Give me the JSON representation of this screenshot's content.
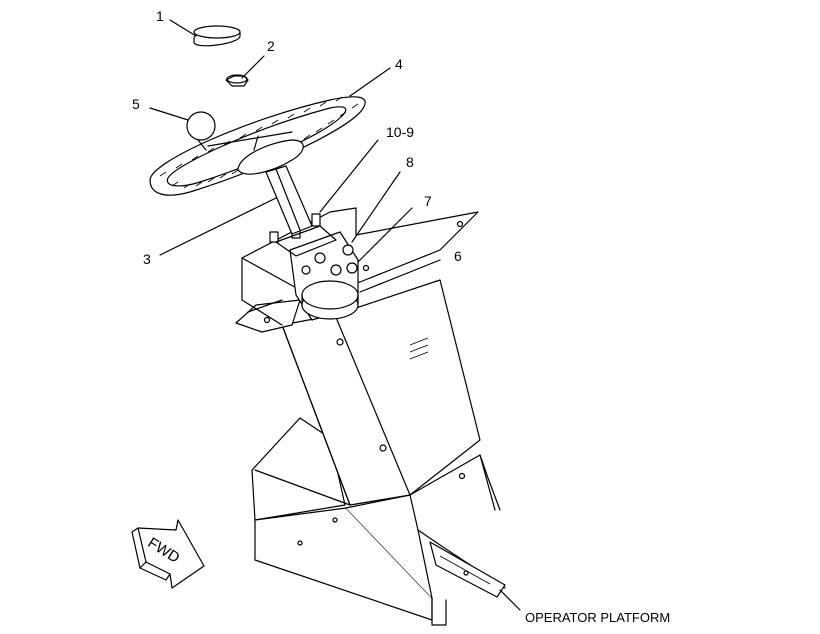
{
  "callouts": {
    "c1": "1",
    "c2": "2",
    "c3": "3",
    "c4": "4",
    "c5": "5",
    "c6": "6",
    "c7": "7",
    "c8": "8",
    "c10_9": "10-9"
  },
  "labels": {
    "operator_platform": "OPERATOR PLATFORM",
    "fwd": "FWD"
  },
  "colors": {
    "line": "#000000",
    "background": "#ffffff"
  }
}
